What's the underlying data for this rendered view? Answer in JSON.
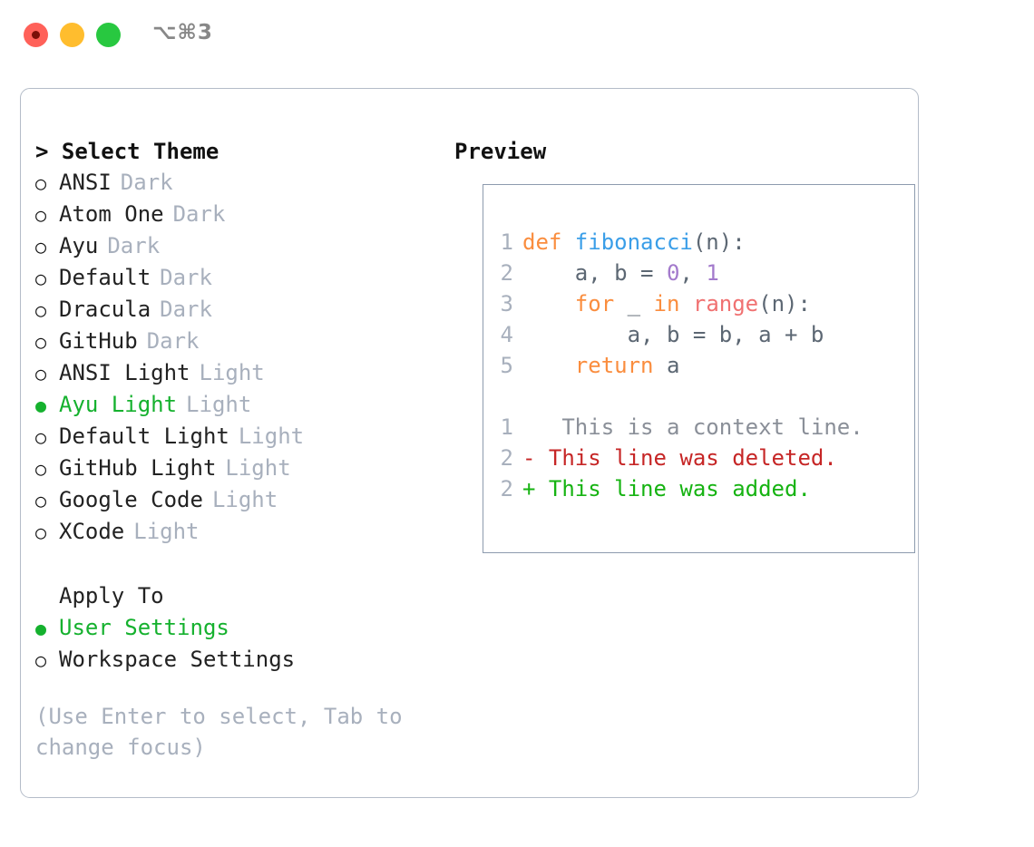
{
  "titlebar": {
    "shortcut": "⌥⌘3",
    "lights": [
      {
        "name": "close",
        "color": "#ff6159"
      },
      {
        "name": "minimize",
        "color": "#ffbd2e"
      },
      {
        "name": "maximize",
        "color": "#28c840"
      }
    ]
  },
  "theme_picker": {
    "heading": "> Select Theme",
    "bullet_unselected": "○",
    "bullet_selected": "●",
    "items": [
      {
        "label": "ANSI",
        "kind": "Dark",
        "selected": false
      },
      {
        "label": "Atom One",
        "kind": "Dark",
        "selected": false
      },
      {
        "label": "Ayu",
        "kind": "Dark",
        "selected": false
      },
      {
        "label": "Default",
        "kind": "Dark",
        "selected": false
      },
      {
        "label": "Dracula",
        "kind": "Dark",
        "selected": false
      },
      {
        "label": "GitHub",
        "kind": "Dark",
        "selected": false
      },
      {
        "label": "ANSI Light",
        "kind": "Light",
        "selected": false
      },
      {
        "label": "Ayu Light",
        "kind": "Light",
        "selected": true
      },
      {
        "label": "Default Light",
        "kind": "Light",
        "selected": false
      },
      {
        "label": "GitHub Light",
        "kind": "Light",
        "selected": false
      },
      {
        "label": "Google Code",
        "kind": "Light",
        "selected": false
      },
      {
        "label": "XCode",
        "kind": "Light",
        "selected": false
      }
    ]
  },
  "apply_to": {
    "heading": "Apply To",
    "items": [
      {
        "label": "User Settings",
        "selected": true
      },
      {
        "label": "Workspace Settings",
        "selected": false
      }
    ]
  },
  "hint": "(Use Enter to select, Tab to change focus)",
  "preview": {
    "title": "Preview",
    "code_lines": [
      {
        "n": "1",
        "tokens": [
          {
            "t": "def ",
            "c": "kw"
          },
          {
            "t": "fibonacci",
            "c": "fn"
          },
          {
            "t": "(n):",
            "c": "pl"
          }
        ]
      },
      {
        "n": "2",
        "tokens": [
          {
            "t": "    a, b = ",
            "c": "pl"
          },
          {
            "t": "0",
            "c": "num"
          },
          {
            "t": ", ",
            "c": "pl"
          },
          {
            "t": "1",
            "c": "num"
          }
        ]
      },
      {
        "n": "3",
        "tokens": [
          {
            "t": "    ",
            "c": "pl"
          },
          {
            "t": "for",
            "c": "kw"
          },
          {
            "t": " _ ",
            "c": "pl"
          },
          {
            "t": "in",
            "c": "kw"
          },
          {
            "t": " ",
            "c": "pl"
          },
          {
            "t": "range",
            "c": "bi"
          },
          {
            "t": "(n):",
            "c": "pl"
          }
        ]
      },
      {
        "n": "4",
        "tokens": [
          {
            "t": "        a, b = b, a + b",
            "c": "pl"
          }
        ]
      },
      {
        "n": "5",
        "tokens": [
          {
            "t": "    ",
            "c": "pl"
          },
          {
            "t": "return",
            "c": "kw"
          },
          {
            "t": " a",
            "c": "pl"
          }
        ]
      }
    ],
    "diff_lines": [
      {
        "n": "1",
        "marker": " ",
        "text": "  This is a context line.",
        "cls": "ctx"
      },
      {
        "n": "2",
        "marker": "-",
        "text": " This line was deleted.",
        "cls": "del"
      },
      {
        "n": "2",
        "marker": "+",
        "text": " This line was added.",
        "cls": "add"
      }
    ]
  },
  "colors": {
    "accent_green": "#15b12e",
    "muted": "#a8b0bd",
    "keyword": "#fa8d3e",
    "function": "#3a9ee8",
    "number": "#a37acc",
    "builtin": "#f07171",
    "diff_add": "#16b312",
    "diff_del": "#c62626",
    "panel_border": "#b4bcc8",
    "preview_border": "#8d9bae"
  }
}
